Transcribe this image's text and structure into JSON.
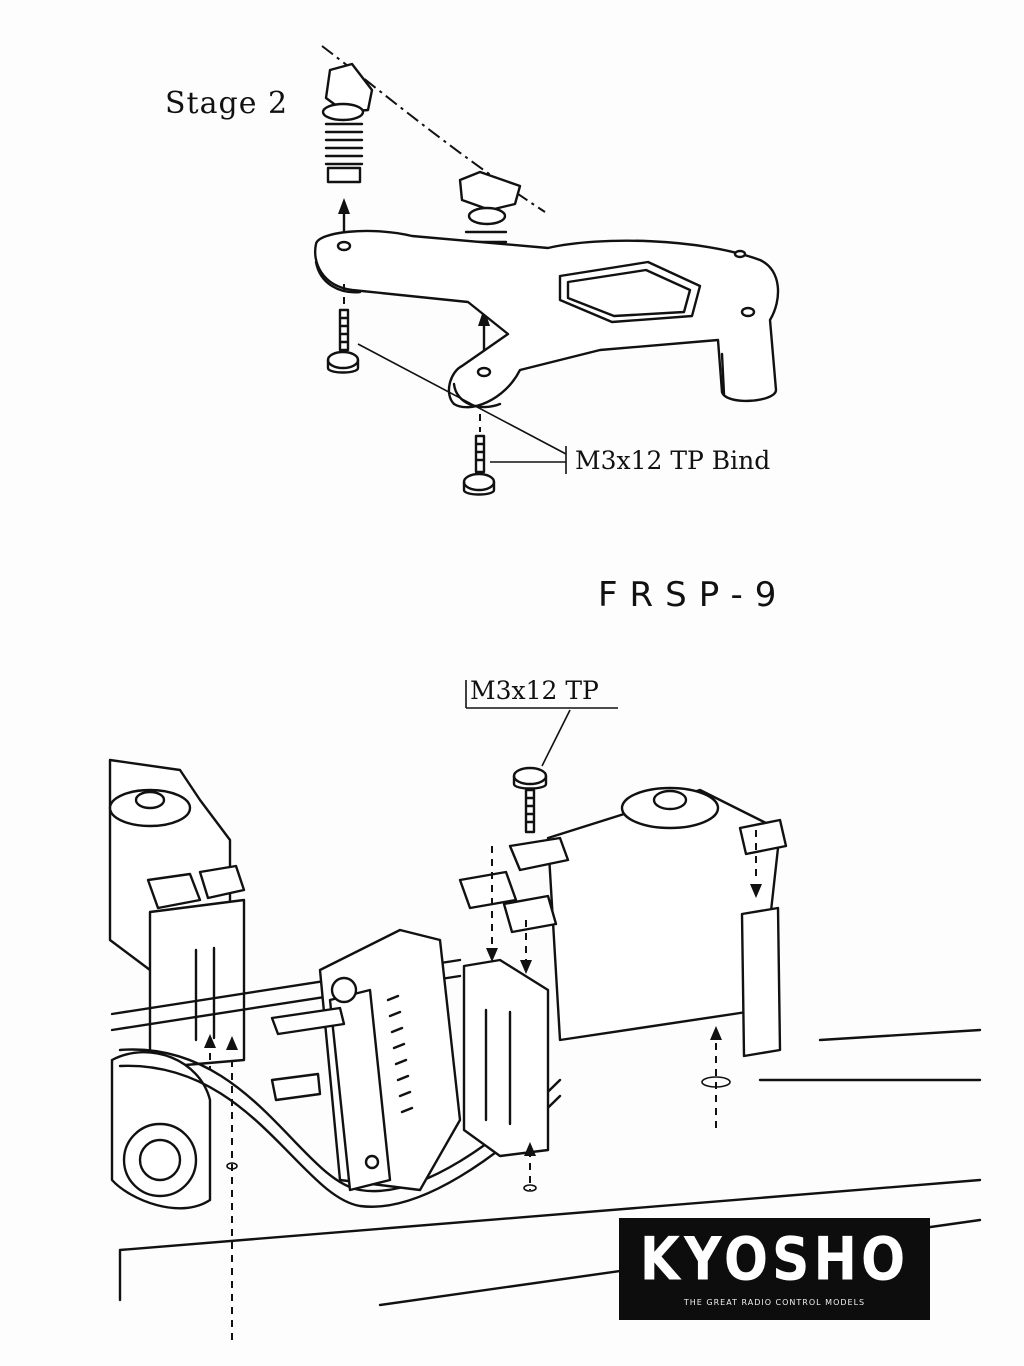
{
  "stage": {
    "title": "Stage 2"
  },
  "parts": {
    "screw_bind": "M3x12 TP Bind",
    "screw_tp": "M3x12 TP"
  },
  "section": {
    "code": "FRSP-9"
  },
  "logo": {
    "brand": "KYOSHO",
    "tagline": "THE GREAT RADIO CONTROL MODELS"
  }
}
